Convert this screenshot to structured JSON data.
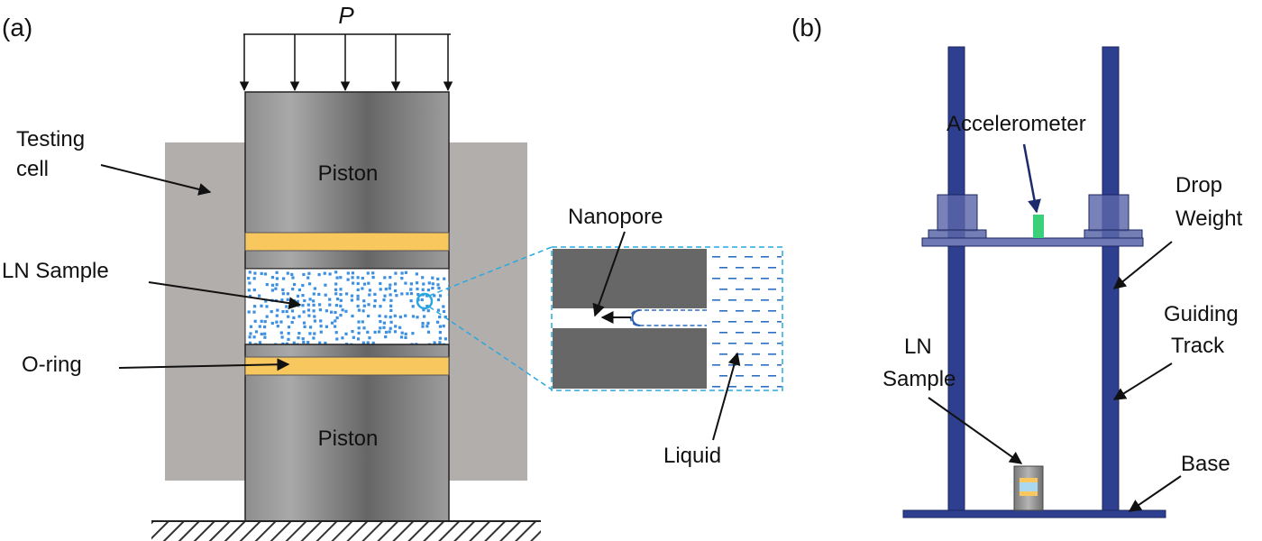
{
  "panel_a": {
    "tag": "(a)",
    "load_label": "P",
    "testing_cell_label": [
      "Testing",
      "cell"
    ],
    "piston_top_label": "Piston",
    "piston_bottom_label": "Piston",
    "ln_sample_label": "LN Sample",
    "oring_label": "O-ring",
    "nanopore_label": "Nanopore",
    "liquid_label": "Liquid"
  },
  "panel_b": {
    "tag": "(b)",
    "accelerometer_label": "Accelerometer",
    "drop_weight_label": [
      "Drop",
      "Weight"
    ],
    "guiding_track_label": [
      "Guiding",
      "Track"
    ],
    "ln_sample_label": [
      "LN",
      "Sample"
    ],
    "base_label": "Base"
  },
  "colors": {
    "cell_gray": "#b2aeac",
    "piston_dark": "#6b6b6b",
    "piston_light": "#a8a8a8",
    "oring_yellow": "#f8c85e",
    "sample_blue": "#3d8fe0",
    "zoom_cyan": "#29a8e0",
    "liquid_blue": "#2c6fc0",
    "track_navy": "#2f3f8f",
    "accelerometer_green": "#3ad07a"
  }
}
